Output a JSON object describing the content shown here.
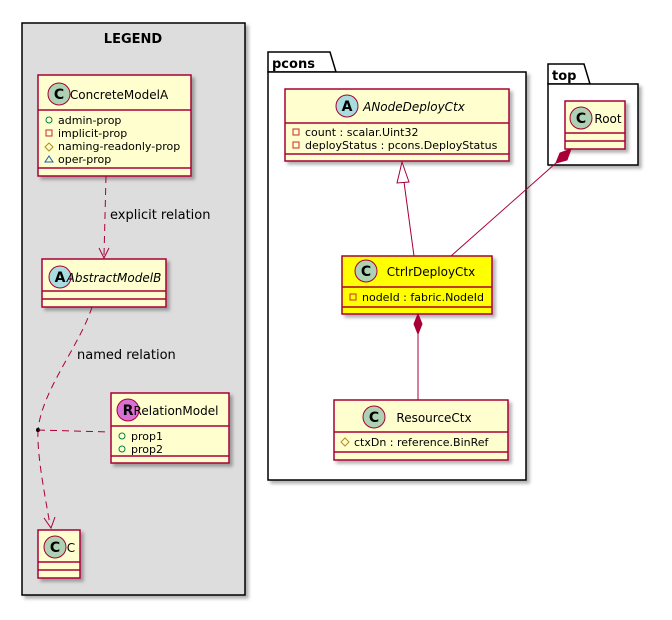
{
  "legend": {
    "title": "LEGEND",
    "concrete_model_a": {
      "stereotype": "C",
      "name": "ConcreteModelA",
      "attributes": [
        {
          "visibility": "public",
          "name": "admin-prop"
        },
        {
          "visibility": "private",
          "name": "implicit-prop"
        },
        {
          "visibility": "protected",
          "name": "naming-readonly-prop"
        },
        {
          "visibility": "package",
          "name": "oper-prop"
        }
      ]
    },
    "abstract_model_b": {
      "stereotype": "A",
      "name": "AbstractModelB"
    },
    "relation_model": {
      "stereotype": "R",
      "name": "RelationModel",
      "attributes": [
        {
          "visibility": "public",
          "name": "prop1"
        },
        {
          "visibility": "public",
          "name": "prop2"
        }
      ]
    },
    "class_c": {
      "stereotype": "C",
      "name": "C"
    },
    "explicit_relation_label": "explicit relation",
    "named_relation_label": "named relation"
  },
  "pcons": {
    "name": "pcons",
    "anode_deploy_ctx": {
      "stereotype": "A",
      "name": "ANodeDeployCtx",
      "attributes": [
        {
          "visibility": "private",
          "name": "count : scalar.Uint32"
        },
        {
          "visibility": "private",
          "name": "deployStatus : pcons.DeployStatus"
        }
      ]
    },
    "ctrlr_deploy_ctx": {
      "stereotype": "C",
      "name": "CtrlrDeployCtx",
      "attributes": [
        {
          "visibility": "private",
          "name": "nodeId : fabric.NodeId"
        }
      ]
    },
    "resource_ctx": {
      "stereotype": "C",
      "name": "ResourceCtx",
      "attributes": [
        {
          "visibility": "protected",
          "name": "ctxDn : reference.BinRef"
        }
      ]
    }
  },
  "top": {
    "name": "top",
    "root": {
      "stereotype": "C",
      "name": "Root"
    }
  },
  "colors": {
    "class_fill": "#FEFECE",
    "class_border": "#A80036",
    "highlight_fill": "#FFFF00",
    "legend_fill": "#DDDDDD",
    "circle_class": "#ADD1B2",
    "circle_abstract": "#A9DCDF",
    "circle_relation": "#DA70D6"
  }
}
